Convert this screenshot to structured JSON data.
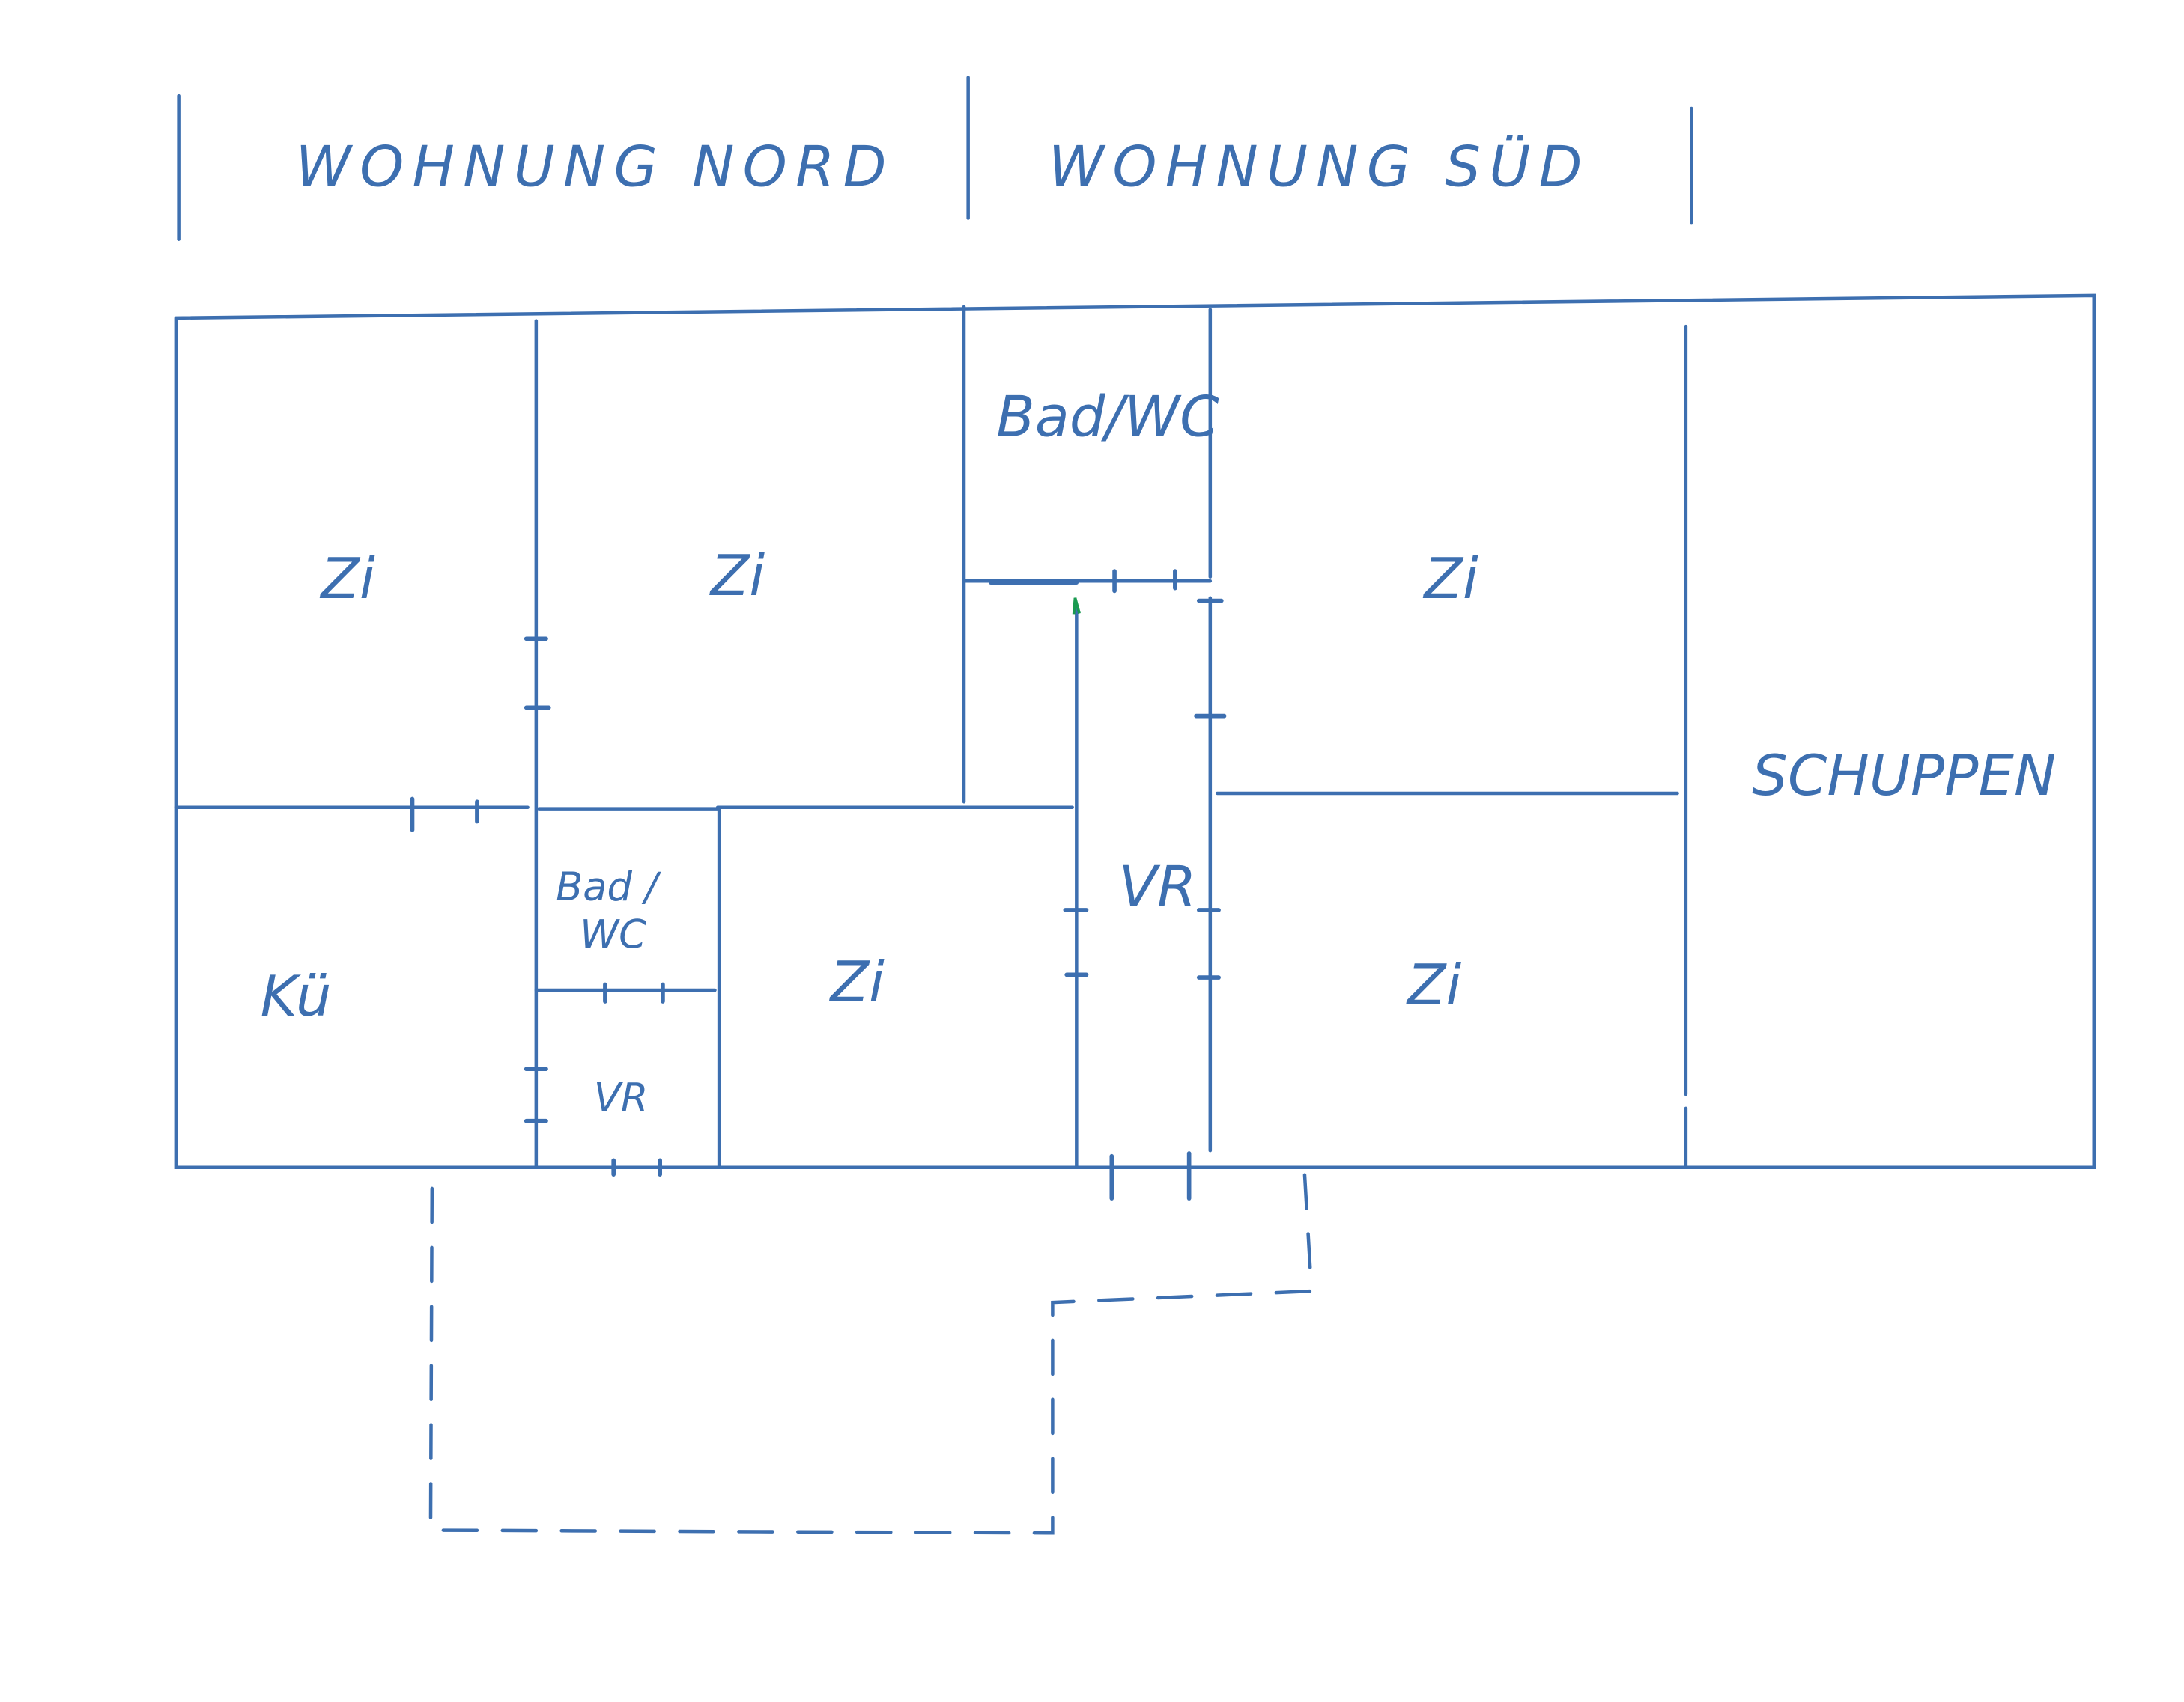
{
  "headers": {
    "north": "WOHNUNG NORD",
    "south": "WOHNUNG SÜD"
  },
  "rooms": {
    "zi_1": "Zi",
    "zi_2": "Zi",
    "bad_wc_top": "Bad/WC",
    "zi_3": "Zi",
    "schuppen": "SCHUPPEN",
    "kue": "Kü",
    "bad_wc_small_1": "Bad /",
    "bad_wc_small_2": "WC",
    "vr_small": "VR",
    "zi_4": "Zi",
    "vr_hall": "VR",
    "zi_5": "Zi"
  },
  "colors": {
    "ink": "#3d6fb0",
    "marker": "#1a9a50"
  }
}
